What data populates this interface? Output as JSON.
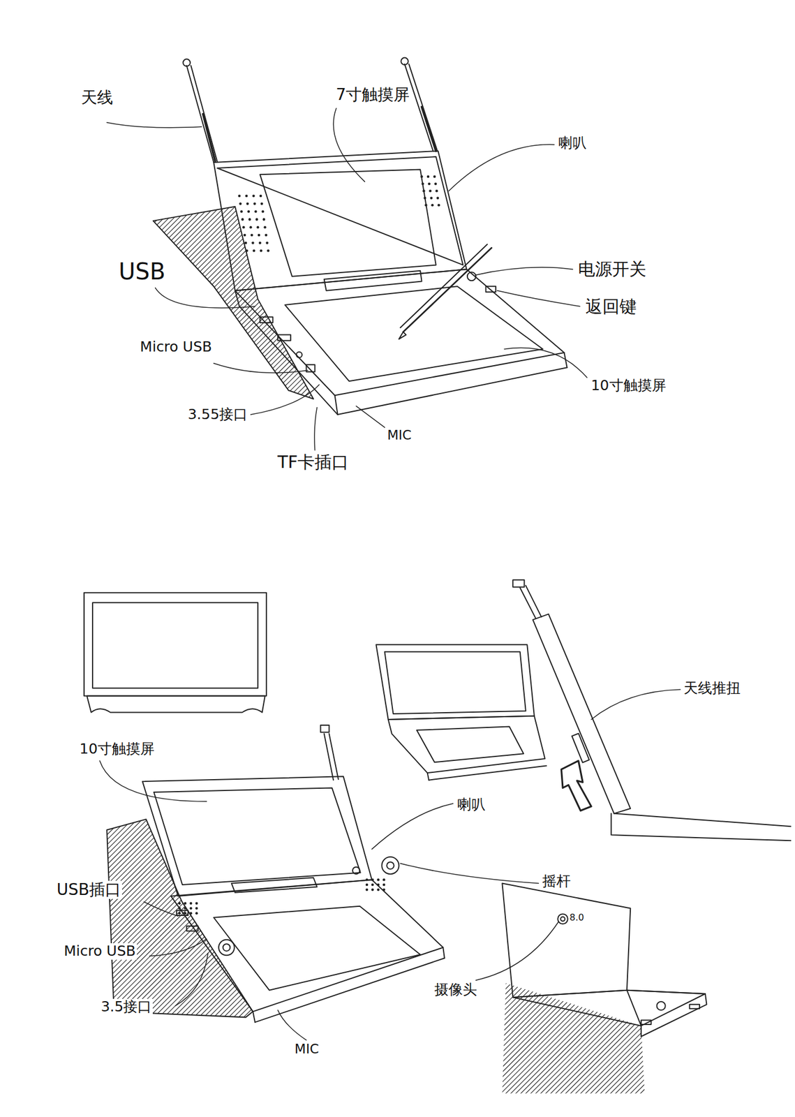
{
  "diagram": {
    "labels": [
      "天线",
      "7寸触摸屏",
      "喇叭",
      "USB",
      "电源开关",
      "返回键",
      "Micro USB",
      "10寸触摸屏",
      "3.55接口",
      "MIC",
      "TF卡插口",
      "10寸触摸屏",
      "天线推扭",
      "喇叭",
      "摇杆",
      "USB插口",
      "Micro USB",
      "3.5接口",
      "8.0",
      "摄像头",
      "MIC"
    ]
  }
}
